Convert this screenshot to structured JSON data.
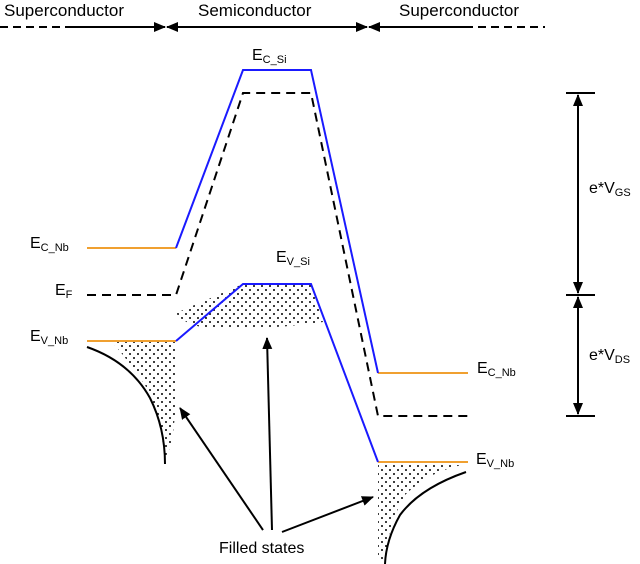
{
  "regions": {
    "left": "Superconductor",
    "middle": "Semiconductor",
    "right": "Superconductor"
  },
  "labels": {
    "ec_si": {
      "main": "E",
      "sub": "C_Si"
    },
    "ev_si": {
      "main": "E",
      "sub": "V_Si"
    },
    "ec_nb_left": {
      "main": "E",
      "sub": "C_Nb"
    },
    "ef": {
      "main": "E",
      "sub": "F"
    },
    "ev_nb_left": {
      "main": "E",
      "sub": "V_Nb"
    },
    "ec_nb_right": {
      "main": "E",
      "sub": "C_Nb"
    },
    "ev_nb_right": {
      "main": "E",
      "sub": "V_Nb"
    },
    "vgs": {
      "main": "e*V",
      "sub": "GS"
    },
    "vds": {
      "main": "e*V",
      "sub": "DS"
    },
    "filled_states": "Filled states"
  },
  "colors": {
    "semiconductor_band": "#1a1aff",
    "niobium_band": "#f0a030",
    "fermi_level": "#000000",
    "filled_dots": "#000000"
  }
}
